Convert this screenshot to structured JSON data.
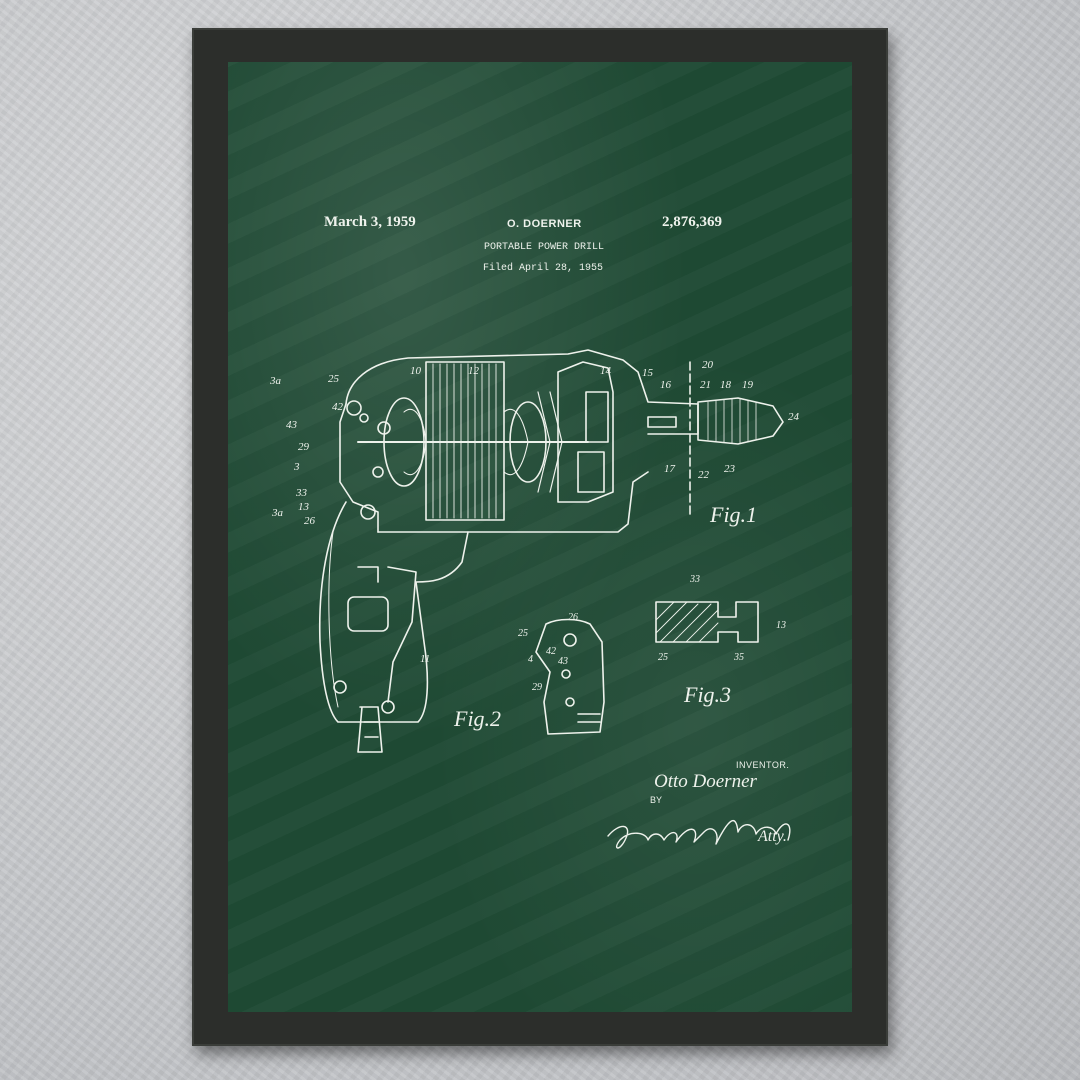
{
  "patent": {
    "date": "March 3, 1959",
    "inventor_short": "O. DOERNER",
    "number": "2,876,369",
    "title": "PORTABLE POWER DRILL",
    "filed": "Filed April 28, 1955"
  },
  "figures": {
    "fig1": "Fig.1",
    "fig2": "Fig.2",
    "fig3": "Fig.3"
  },
  "reference_numbers": {
    "r3a_top": "3a",
    "r25": "25",
    "r10": "10",
    "r12": "12",
    "r14": "14",
    "r15": "15",
    "r16": "16",
    "r20": "20",
    "r21": "21",
    "r18": "18",
    "r19": "19",
    "r24": "24",
    "r43": "43",
    "r42": "42",
    "r29": "29",
    "r3": "3",
    "r33": "33",
    "r13": "13",
    "r3a_bot": "3a",
    "r26": "26",
    "r17": "17",
    "r22": "22",
    "r23": "23",
    "r11": "11",
    "f2_25": "25",
    "f2_26": "26",
    "f2_4": "4",
    "f2_42": "42",
    "f2_43": "43",
    "f2_29": "29",
    "f3_33": "33",
    "f3_13": "13",
    "f3_25": "25",
    "f3_35": "35"
  },
  "signature": {
    "inventor_label": "INVENTOR.",
    "inventor_name": "Otto Doerner",
    "by_label": "BY",
    "attorney_suffix": "Atty."
  },
  "colors": {
    "chalkboard": "#1f4a34",
    "frame": "#2c2e2b",
    "chalk": "#eef2ec",
    "wall": "#c7c9cc"
  }
}
